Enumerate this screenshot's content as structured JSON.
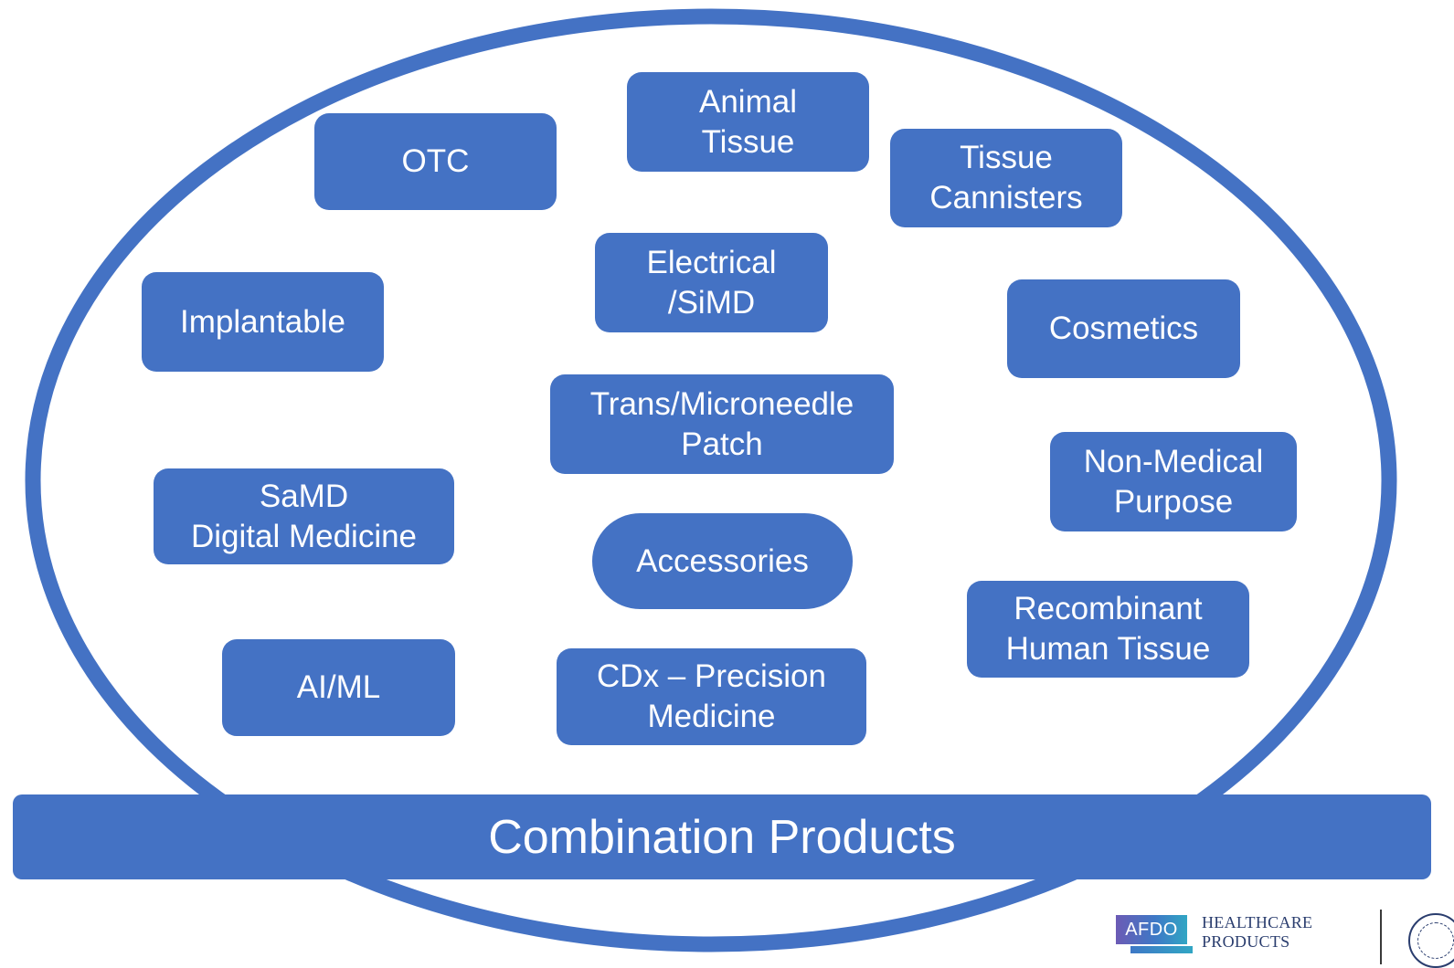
{
  "diagram": {
    "banner": "Combination Products",
    "nodes": {
      "otc": [
        "OTC"
      ],
      "animal_tissue": [
        "Animal",
        "Tissue"
      ],
      "tissue_cannisters": [
        "Tissue",
        "Cannisters"
      ],
      "implantable": [
        "Implantable"
      ],
      "electrical_simd": [
        "Electrical",
        "/SiMD"
      ],
      "cosmetics": [
        "Cosmetics"
      ],
      "trans_microneedle": [
        "Trans/Microneedle",
        "Patch"
      ],
      "non_medical": [
        "Non-Medical",
        "Purpose"
      ],
      "samd": [
        "SaMD",
        "Digital Medicine"
      ],
      "accessories": [
        "Accessories"
      ],
      "recombinant": [
        "Recombinant",
        "Human Tissue"
      ],
      "ai_ml": [
        "AI/ML"
      ],
      "cdx": [
        "CDx – Precision",
        "Medicine"
      ]
    }
  },
  "footer": {
    "afdo_badge": "AFDO",
    "hp_line1": "HEALTHCARE",
    "hp_line2": "PRODUCTS"
  },
  "colors": {
    "node_fill": "#4472c4",
    "ellipse_stroke": "#4472c4",
    "text": "#ffffff"
  }
}
